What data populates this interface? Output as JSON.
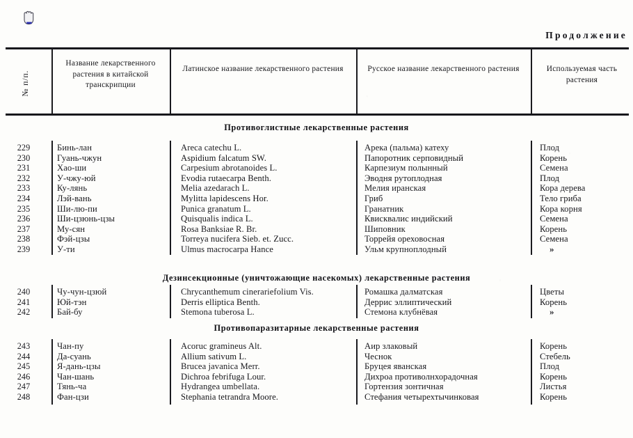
{
  "page": {
    "continuation_label": "Продолжение",
    "cursor_icon": "grab-hand-cursor"
  },
  "table": {
    "headers": {
      "number": "№ п/п.",
      "chinese_name": "Название лекарственного растения в китайской транскрипции",
      "latin_name": "Латинское название лекарственного растения",
      "russian_name": "Русское название лекарственного растения",
      "used_part": "Используемая часть растения"
    },
    "sections": [
      {
        "title": "Противоглистные лекарственные растения",
        "rows": [
          {
            "num": "229",
            "chinese": "Бинь-лан",
            "latin": "Areca catechu L.",
            "russian": "Арека (пальма) катеху",
            "part": "Плод"
          },
          {
            "num": "230",
            "chinese": "Гуань-чжун",
            "latin": "Aspidium falcatum SW.",
            "russian": "Папоротник серповидный",
            "part": "Корень"
          },
          {
            "num": "231",
            "chinese": "Хао-ши",
            "latin": "Carpesium abrotanoides L.",
            "russian": "Карпезиум полынный",
            "part": "Семена"
          },
          {
            "num": "232",
            "chinese": "У-чжу-юй",
            "latin": "Evodia rutaecarpa Benth.",
            "russian": "Эводня рутоплодная",
            "part": "Плод"
          },
          {
            "num": "233",
            "chinese": "Ку-лянь",
            "latin": "Melia azedarach L.",
            "russian": "Мелия иранская",
            "part": "Кора дерева"
          },
          {
            "num": "234",
            "chinese": "Лэй-вань",
            "latin": "Mylitta lapidescens Hor.",
            "russian": "Гриб",
            "part": "Тело гриба"
          },
          {
            "num": "235",
            "chinese": "Ши-лю-пи",
            "latin": "Punica granatum L.",
            "russian": "Гранатник",
            "part": "Кора корня"
          },
          {
            "num": "236",
            "chinese": "Ши-цзюнь-цзы",
            "latin": "Quisqualis indica L.",
            "russian": "Квисквалис индийский",
            "part": "Семена"
          },
          {
            "num": "237",
            "chinese": "Му-сян",
            "latin": "Rosa Banksiae R. Br.",
            "russian": "Шиповник",
            "part": "Корень"
          },
          {
            "num": "238",
            "chinese": "Фэй-цзы",
            "latin": "Torreya nucifera Sieb. et. Zucc.",
            "russian": "Торрейя ореховосная",
            "part": "Семена"
          },
          {
            "num": "239",
            "chinese": "У-ти",
            "latin": "Ulmus macrocarpa Hance",
            "russian": "Ульм крупноплодный",
            "part": "»"
          }
        ]
      },
      {
        "title": "Дезинсекционные (уничтожающие насекомых) лекарственные растения",
        "rows": [
          {
            "num": "240",
            "chinese": "Чу-чун-цзюй",
            "latin": "Chrycanthemum cinerariefolium Vis.",
            "russian": "Ромашка далматская",
            "part": "Цветы"
          },
          {
            "num": "241",
            "chinese": "Юй-тэн",
            "latin": "Derris elliptica Benth.",
            "russian": "Деррис эллиптический",
            "part": "Корень"
          },
          {
            "num": "242",
            "chinese": "Бай-бу",
            "latin": "Stemona tuberosa L.",
            "russian": "Стемона клубнёвая",
            "part": "»"
          }
        ]
      },
      {
        "title": "Противопаразитарные лекарственные растения",
        "rows": [
          {
            "num": "243",
            "chinese": "Чан-пу",
            "latin": "Acoruc gramineus Alt.",
            "russian": "Аир злаковый",
            "part": "Корень"
          },
          {
            "num": "244",
            "chinese": "Да-суань",
            "latin": "Allium sativum L.",
            "russian": "Чеснок",
            "part": "Стебель"
          },
          {
            "num": "245",
            "chinese": "Я-дань-цзы",
            "latin": "Brucea javanica Merr.",
            "russian": "Бруцея яванская",
            "part": "Плод"
          },
          {
            "num": "246",
            "chinese": "Чан-шань",
            "latin": "Dichroa febrifuga Lour.",
            "russian": "Дихроа противолнхорадочная",
            "part": "Корень"
          },
          {
            "num": "247",
            "chinese": "Тянь-ча",
            "latin": "Hydrangea umbellata.",
            "russian": "Гортензия зонтичная",
            "part": "Листья"
          },
          {
            "num": "248",
            "chinese": "Фан-цзи",
            "latin": "Stephania tetrandra Moore.",
            "russian": "Стефания четырехтычинковая",
            "part": "Корень"
          }
        ]
      }
    ]
  }
}
